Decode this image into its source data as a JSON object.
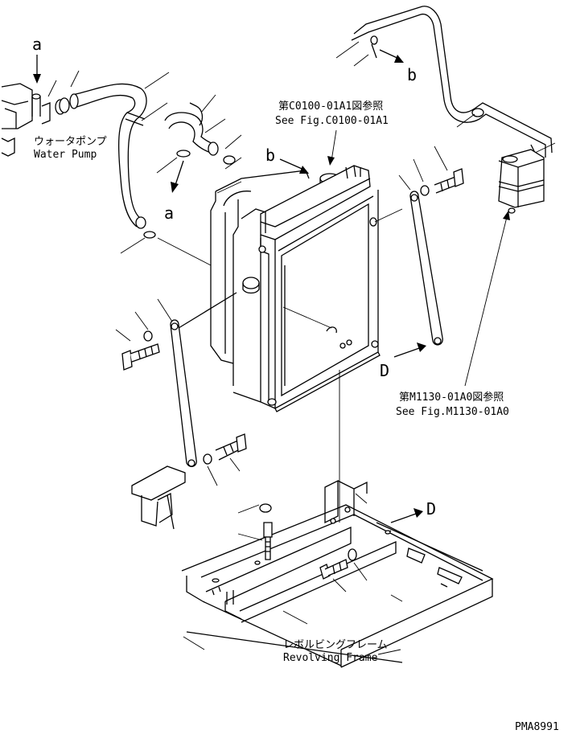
{
  "title": "Radiator and mounting exploded view",
  "labels": {
    "water_pump_ja": "ウォータポンプ",
    "water_pump_en": "Water Pump",
    "ref_c0100_ja": "第C0100-01A1図参照",
    "ref_c0100_en": "See Fig.C0100-01A1",
    "ref_m1130_ja": "第M1130-01A0図参照",
    "ref_m1130_en": "See Fig.M1130-01A0",
    "frame_ja": "レボルビングフレーム",
    "frame_en": "Revolving Frame",
    "drawing_code": "PMA8991"
  },
  "callouts": {
    "a_top": "a",
    "a_mid": "a",
    "b_top": "b",
    "b_radiator": "b",
    "d_right": "D",
    "d_frame": "D"
  },
  "colors": {
    "line": "#000000",
    "background": "#ffffff"
  }
}
